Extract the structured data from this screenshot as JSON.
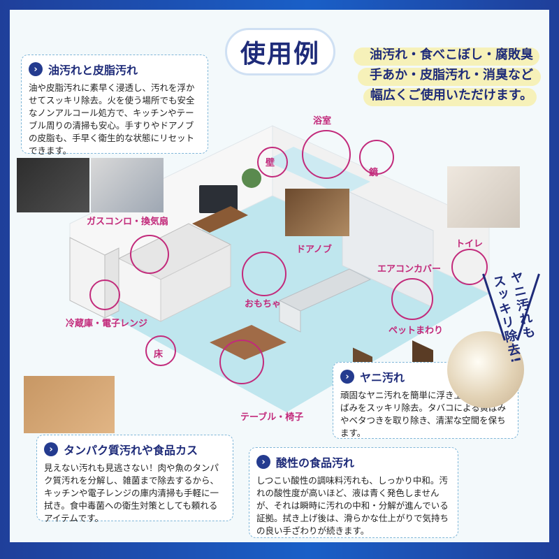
{
  "title": "使用例",
  "highlight": {
    "lines": [
      "油汚れ・食べこぼし・腐敗臭",
      "手あか・皮脂汚れ・消臭など",
      "幅広くご使用いただけます。"
    ]
  },
  "cards": {
    "oil": {
      "title": "油汚れと皮脂汚れ",
      "body": "油や皮脂汚れに素早く浸透し、汚れを浮かせてスッキリ除去。火を使う場所でも安全なノンアルコール処方で、キッチンやテーブル周りの清掃も安心。手すりやドアノブの皮脂も、手早く衛生的な状態にリセットできます。"
    },
    "yani": {
      "title": "ヤニ汚れ",
      "body": "頑固なヤニ汚れを簡単に浮き上がらせ、黄ばみをスッキリ除去。タバコによる黄ばみやベタつきを取り除き、清潔な空間を保ちます。"
    },
    "protein": {
      "title": "タンパク質汚れや食品カス",
      "body": "見えない汚れも見逃さない！肉や魚のタンパク質汚れを分解し、雑菌まで除去するから、キッチンや電子レンジの庫内清掃も手軽に一拭き。食中毒菌への衛生対策としても頼れるアイテムです。"
    },
    "acid": {
      "title": "酸性の食品汚れ",
      "body": "しつこい酸性の調味料汚れも、しっかり中和。汚れの酸性度が高いほど、液は青く発色しませんが、それは瞬時に汚れの中和・分解が進んでいる証拠。拭き上げ後は、滑らかな仕上がりで気持ちの良い手ざわりが続きます。"
    }
  },
  "labels": {
    "bath": "浴室",
    "wall": "壁",
    "mirror": "鏡",
    "gas": "ガスコンロ・換気扇",
    "door": "ドアノブ",
    "toilet": "トイレ",
    "aircon": "エアコンカバー",
    "toys": "おもちゃ",
    "fridge": "冷蔵庫・電子レンジ",
    "pet": "ペットまわり",
    "floor": "床",
    "table": "テーブル・椅子"
  },
  "yani_callout": "ヤニ汚れも\nスッキリ除去!",
  "colors": {
    "navy": "#1e2b79",
    "accent": "#c22a7b",
    "floor": "#bfe6ee",
    "frame": "#1a5fc7"
  }
}
